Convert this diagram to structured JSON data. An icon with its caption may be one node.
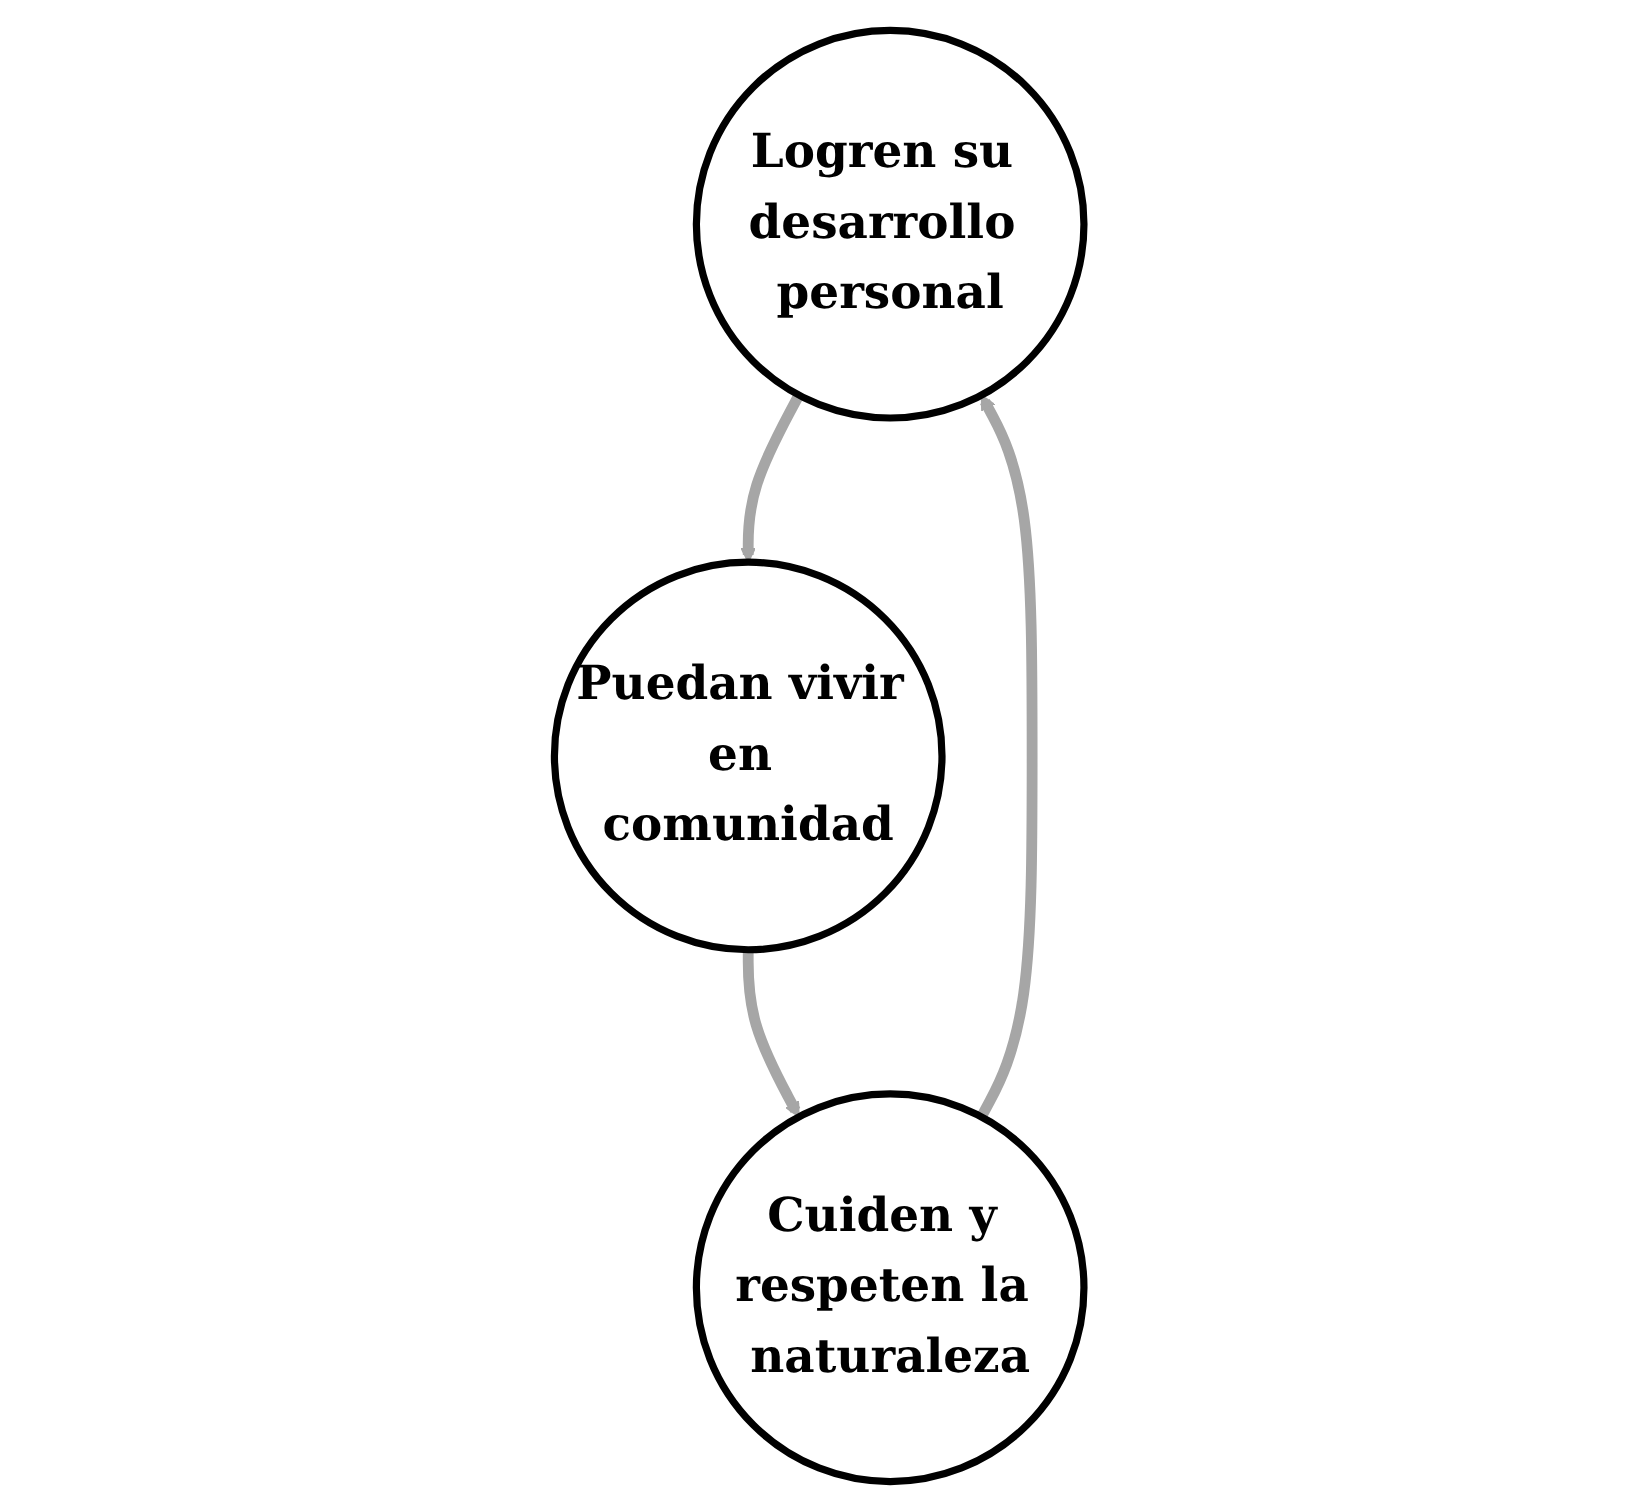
{
  "diagram": {
    "nodes": [
      {
        "text": [
          "Logren su desarrollo personal"
        ]
      },
      {
        "text": [
          "Puedan vivir en comunidad"
        ]
      },
      {
        "text": [
          "Cuiden y respeten la naturaleza"
        ]
      }
    ],
    "edges": [
      {
        "from": 0,
        "to": 1,
        "arrow": "to"
      },
      {
        "from": 1,
        "to": 2,
        "arrow": "to"
      },
      {
        "from": 2,
        "to": 0,
        "arrow": "to"
      }
    ]
  }
}
